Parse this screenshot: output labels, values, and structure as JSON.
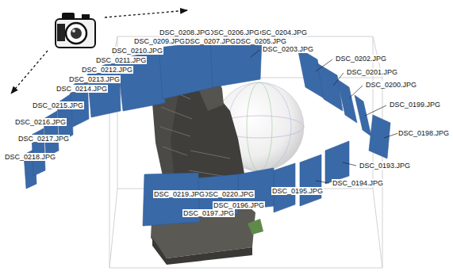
{
  "diagram": {
    "labels": [
      "DSC_0203.JPG",
      "DSC_0204.JPG",
      "DSC_0205.JPG",
      "DSC_0206.JPG",
      "DSC_0207.JPG",
      "DSC_0208.JPG",
      "DSC_0209.JPG",
      "DSC_0210.JPG",
      "DSC_0211.JPG",
      "DSC_0212.JPG",
      "DSC_0213.JPG",
      "DSC_0214.JPG",
      "DSC_0215.JPG",
      "DSC_0216.JPG",
      "DSC_0217.JPG",
      "DSC_0218.JPG",
      "DSC_0202.JPG",
      "DSC_0201.JPG",
      "DSC_0200.JPG",
      "DSC_0199.JPG",
      "DSC_0198.JPG",
      "DSC_0193.JPG",
      "DSC_0194.JPG",
      "DSC_0195.JPG",
      "DSC_0220.JPG",
      "DSC_0219.JPG",
      "DSC_0196.JPG",
      "DSC_0197.JPG"
    ]
  }
}
